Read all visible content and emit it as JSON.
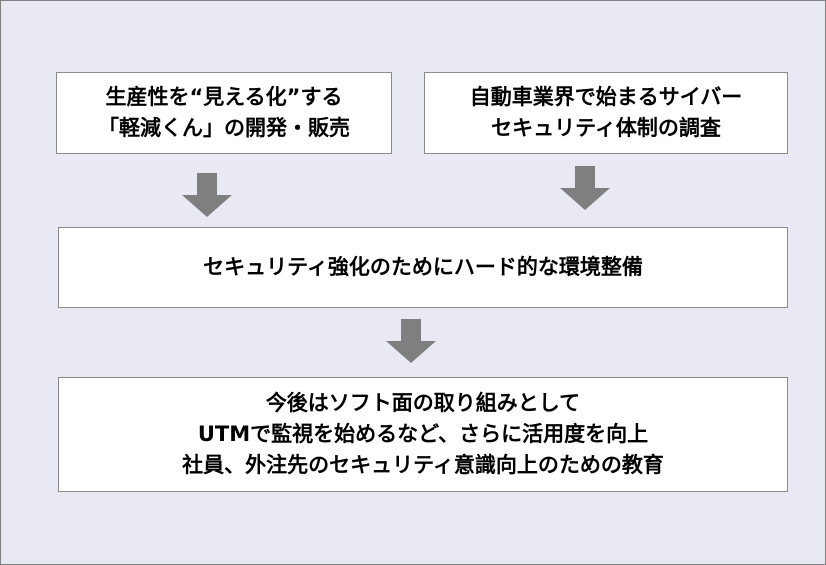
{
  "colors": {
    "background": "#e9e9f3",
    "box_fill": "#ffffff",
    "box_border": "#8a8a8a",
    "arrow": "#7f7f7f"
  },
  "boxes": {
    "product": {
      "line1": "生産性を“見える化”する",
      "line2": "「軽減くん」の開発・販売"
    },
    "research": {
      "line1": "自動車業界で始まるサイバー",
      "line2": "セキュリティ体制の調査"
    },
    "hardware": {
      "line1": "セキュリティ強化のためにハード的な環境整備"
    },
    "future": {
      "line1": "今後はソフト面の取り組みとして",
      "line2": "UTMで監視を始めるなど、さらに活用度を向上",
      "line3": "社員、外注先のセキュリティ意識向上のための教育"
    }
  }
}
